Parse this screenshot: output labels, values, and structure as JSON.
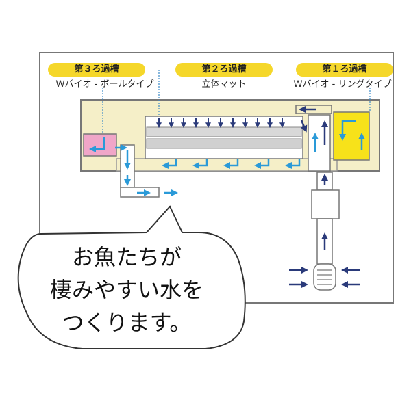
{
  "stages": {
    "third": {
      "title": "第３ろ過槽",
      "subtitle": "Ｗバイオ - ボールタイプ"
    },
    "second": {
      "title": "第２ろ過槽",
      "subtitle": "立体マット"
    },
    "first": {
      "title": "第１ろ過槽",
      "subtitle": "Ｗバイオ - リングタイプ"
    }
  },
  "speech": {
    "line1": "お魚たちが",
    "line2": "棲みやすい水を",
    "line3": "つくります。"
  },
  "colors": {
    "tank": "#f5efc8",
    "frame": "#888888",
    "pill": "#f5d72a",
    "pink": "#f0a6c8",
    "yellow": "#f7e21a",
    "mat": "#c8c8c8",
    "arrow_dark": "#2a3a7a",
    "arrow_light": "#2a9ad8"
  }
}
